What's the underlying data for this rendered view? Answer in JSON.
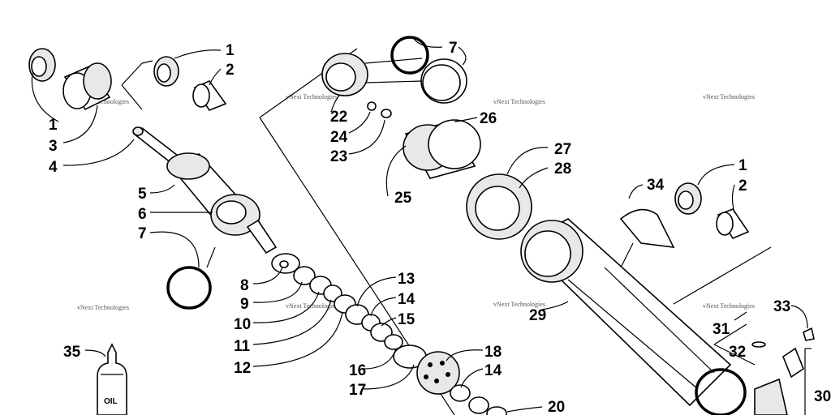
{
  "callouts": {
    "c1a": "1",
    "c2a": "2",
    "c1b": "1",
    "c3": "3",
    "c4": "4",
    "c5": "5",
    "c6": "6",
    "c7a": "7",
    "c7b": "7",
    "c8": "8",
    "c9": "9",
    "c10": "10",
    "c11": "11",
    "c12": "12",
    "c13": "13",
    "c14a": "14",
    "c15": "15",
    "c16": "16",
    "c17": "17",
    "c18": "18",
    "c14b": "14",
    "c20": "20",
    "c22": "22",
    "c24": "24",
    "c23": "23",
    "c25": "25",
    "c26": "26",
    "c27": "27",
    "c28": "28",
    "c29": "29",
    "c34": "34",
    "c1c": "1",
    "c2b": "2",
    "c33": "33",
    "c31": "31",
    "c32": "32",
    "c30": "30",
    "c35": "35"
  },
  "oil_label": "OIL",
  "watermark": "vNext Technologies"
}
